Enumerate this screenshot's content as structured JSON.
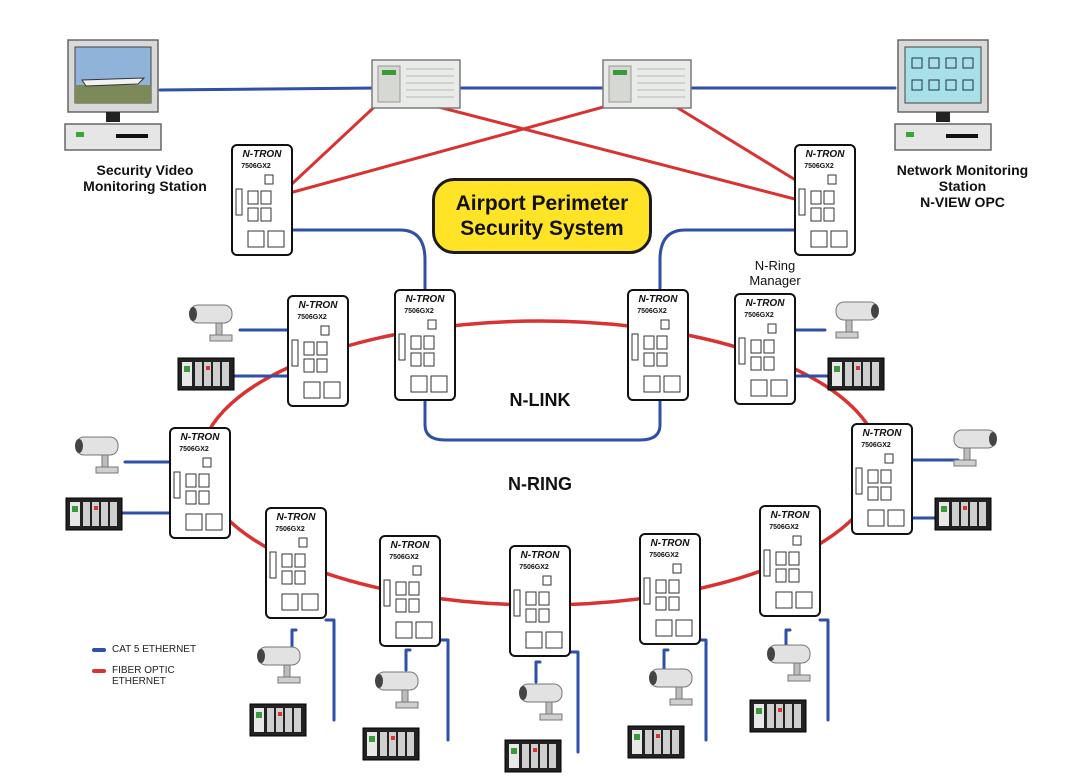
{
  "title": {
    "line1": "Airport Perimeter",
    "line2": "Security System"
  },
  "stations": {
    "left": {
      "line1": "Security Video",
      "line2": "Monitoring Station"
    },
    "right": {
      "line1": "Network Monitoring",
      "line2": "Station",
      "line3": "N-VIEW OPC"
    }
  },
  "labels": {
    "nlink": "N-LINK",
    "nring": "N-RING",
    "ring_manager_line1": "N-Ring",
    "ring_manager_line2": "Manager"
  },
  "switch": {
    "brand": "N-TRON",
    "model": "7506GX2"
  },
  "legend": {
    "cat5": {
      "label": "CAT 5 ETHERNET",
      "color": "#2f4fa8"
    },
    "fiber": {
      "label": "FIBER OPTIC ETHERNET",
      "color": "#d83232"
    }
  },
  "colors": {
    "fiber": "#d83232",
    "cat5": "#2f4fa8",
    "title_fill": "#ffe326"
  },
  "icons": [
    "computer-monitor-icon",
    "server-icon",
    "network-switch-icon",
    "security-camera-icon",
    "io-rack-icon"
  ]
}
